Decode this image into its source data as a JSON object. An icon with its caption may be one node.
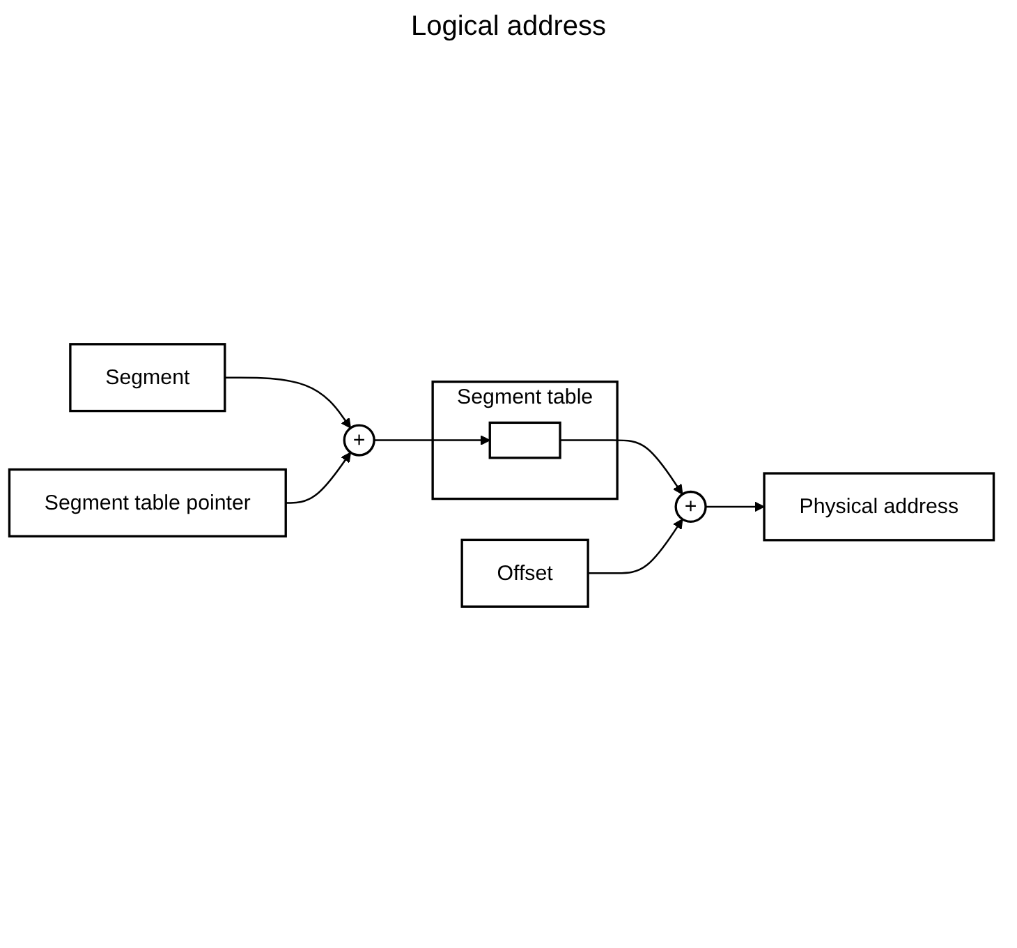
{
  "diagram": {
    "nodes": [
      {
        "text": [
          "Segment"
        ]
      },
      {
        "text": [
          "Offset"
        ]
      },
      {
        "text": [
          "Segment table pointer"
        ]
      },
      {
        "text": [
          "+"
        ]
      },
      {
        "text": [
          "Segment table"
        ]
      },
      {
        "text": [],
        "shape": "box",
        "in": 4
      },
      {
        "text": [
          "+"
        ]
      },
      {
        "text": [
          "Physical address"
        ]
      }
    ],
    "edges": [
      {
        "from": 0,
        "to": 3,
        "arrow": "to"
      },
      {
        "from": 2,
        "to": 3,
        "arrow": "to"
      },
      {
        "from": 3,
        "to": 5,
        "arrow": "to"
      },
      {
        "from": 5,
        "to": 6,
        "arrow": "to"
      },
      {
        "from": 1,
        "to": 6,
        "arrow": "to"
      },
      {
        "from": 6,
        "to": 7,
        "arrow": "to"
      }
    ],
    "labels": [
      "Logical address"
    ]
  }
}
